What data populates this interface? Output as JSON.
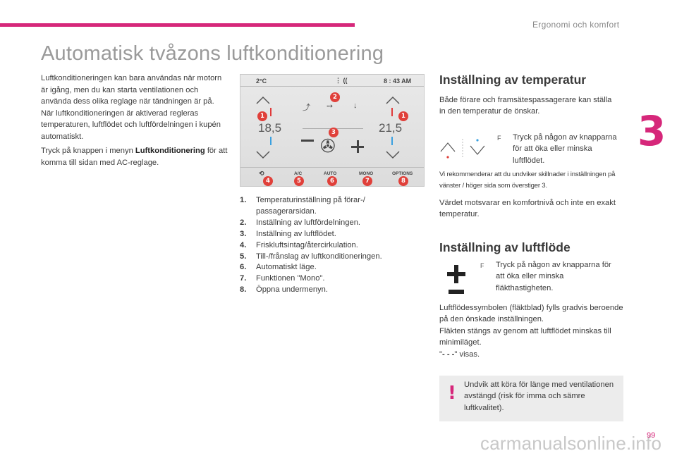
{
  "header": {
    "section": "Ergonomi och komfort",
    "chapter": "3"
  },
  "title": "Automatisk tvåzons luftkonditionering",
  "intro": {
    "text1": "Luftkonditioneringen kan bara användas när motorn är igång, men du kan starta ventilationen och använda dess olika reglage när tändningen är på. När luftkonditioneringen är aktiverad regleras temperaturen, luftflödet och luftfördelningen i kupén automatiskt.",
    "text2_pre": "Tryck på knappen i menyn ",
    "text2_bold": "Luftkonditionering",
    "text2_post": " för att komma till sidan med AC-reglage."
  },
  "screen": {
    "outside_temp": "2°C",
    "clock": "8 : 43 AM",
    "left_temp": "18,5",
    "right_temp": "21,5",
    "buttons": [
      "A/C",
      "AUTO",
      "MONO",
      "OPTIONS"
    ],
    "badges": [
      "1",
      "2",
      "1",
      "3",
      "4",
      "5",
      "6",
      "7",
      "8"
    ]
  },
  "legend": [
    {
      "num": "1.",
      "text": "Temperaturinställning på förar-/ passagerarsidan."
    },
    {
      "num": "2.",
      "text": "Inställning av luftfördelningen."
    },
    {
      "num": "3.",
      "text": "Inställning av luftflödet."
    },
    {
      "num": "4.",
      "text": "Friskluftsintag/återcirkulation."
    },
    {
      "num": "5.",
      "text": "Till-/frånslag av luftkonditioneringen."
    },
    {
      "num": "6.",
      "text": "Automatiskt läge."
    },
    {
      "num": "7.",
      "text": "Funktionen \"Mono\"."
    },
    {
      "num": "8.",
      "text": "Öppna undermenyn."
    }
  ],
  "temperature": {
    "heading": "Inställning av temperatur",
    "text": "Både förare och framsätespassagerare kan ställa in den temperatur de önskar.",
    "bullet": "Tryck på någon av knapparna för att öka eller minska luftflödet.",
    "note": "Vi rekommenderar att du undviker skillnader i inställningen på vänster / höger sida som överstiger 3.",
    "text2": "Värdet motsvarar en komfortnivå och inte en exakt temperatur."
  },
  "airflow": {
    "heading": "Inställning av luftflöde",
    "bullet": "Tryck på någon av knapparna för att öka eller minska fläkthastigheten.",
    "text1": "Luftflödessymbolen (fläktblad) fylls gradvis beroende på den önskade inställningen.",
    "text2": "Fläkten stängs av genom att luftflödet minskas till minimiläget.",
    "text3_pre": "\"",
    "text3_bold": "- - -",
    "text3_post": "\" visas."
  },
  "warning": {
    "icon": "!",
    "text": "Undvik att köra för länge med ventilationen avstängd (risk för imma och sämre luftkvalitet)."
  },
  "bullet_marker": "F",
  "page_number": "99",
  "watermark": "carmanualsonline.info",
  "colors": {
    "accent": "#d6277a",
    "badge": "#e0403a"
  }
}
